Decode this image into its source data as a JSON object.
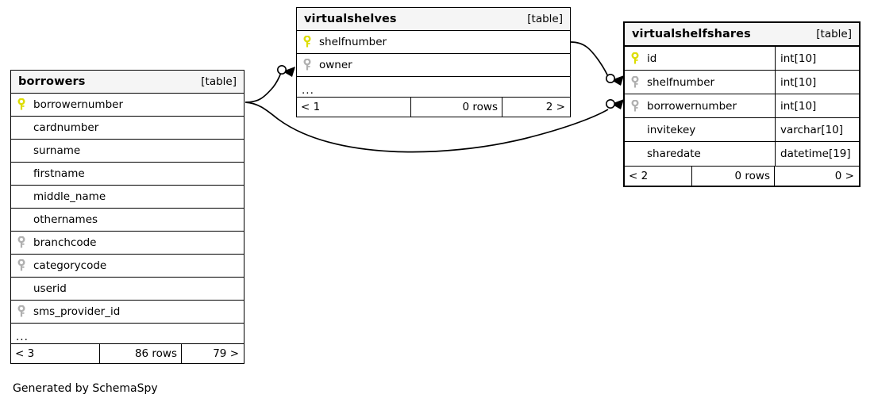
{
  "diagram": {
    "type": "entity-relationship-diagram",
    "generator_credit": "Generated by SchemaSpy",
    "background": "#ffffff",
    "pk_key_color": "#dddd00",
    "fk_key_color": "#b0b0b0",
    "header_background": "#f5f5f5",
    "border_color": "#000000"
  },
  "tables": {
    "borrowers": {
      "name": "borrowers",
      "kind": "[table]",
      "columns": [
        {
          "name": "borrowernumber",
          "key": "primary",
          "type": ""
        },
        {
          "name": "cardnumber",
          "key": "none",
          "type": ""
        },
        {
          "name": "surname",
          "key": "none",
          "type": ""
        },
        {
          "name": "firstname",
          "key": "none",
          "type": ""
        },
        {
          "name": "middle_name",
          "key": "none",
          "type": ""
        },
        {
          "name": "othernames",
          "key": "none",
          "type": ""
        },
        {
          "name": "branchcode",
          "key": "foreign",
          "type": ""
        },
        {
          "name": "categorycode",
          "key": "foreign",
          "type": ""
        },
        {
          "name": "userid",
          "key": "none",
          "type": ""
        },
        {
          "name": "sms_provider_id",
          "key": "foreign",
          "type": ""
        }
      ],
      "more_indicator": "...",
      "footer": {
        "left": "< 3",
        "middle": "86 rows",
        "right": "79 >"
      }
    },
    "virtualshelves": {
      "name": "virtualshelves",
      "kind": "[table]",
      "columns": [
        {
          "name": "shelfnumber",
          "key": "primary",
          "type": ""
        },
        {
          "name": "owner",
          "key": "foreign",
          "type": ""
        }
      ],
      "more_indicator": "...",
      "footer": {
        "left": "< 1",
        "middle": "0 rows",
        "right": "2 >"
      }
    },
    "virtualshelfshares": {
      "name": "virtualshelfshares",
      "kind": "[table]",
      "columns": [
        {
          "name": "id",
          "key": "primary",
          "type": "int[10]"
        },
        {
          "name": "shelfnumber",
          "key": "foreign",
          "type": "int[10]"
        },
        {
          "name": "borrowernumber",
          "key": "foreign",
          "type": "int[10]"
        },
        {
          "name": "invitekey",
          "key": "none",
          "type": "varchar[10]"
        },
        {
          "name": "sharedate",
          "key": "none",
          "type": "datetime[19]"
        }
      ],
      "more_indicator": "",
      "footer": {
        "left": "< 2",
        "middle": "0 rows",
        "right": "0 >"
      }
    }
  },
  "relationships": [
    {
      "name": "borrowers-to-virtualshelves-owner",
      "from_table": "borrowers",
      "from_column": "borrowernumber",
      "to_table": "virtualshelves",
      "to_column": "owner"
    },
    {
      "name": "borrowers-to-virtualshelfshares-borrowernumber",
      "from_table": "borrowers",
      "from_column": "borrowernumber",
      "to_table": "virtualshelfshares",
      "to_column": "borrowernumber"
    },
    {
      "name": "virtualshelves-to-virtualshelfshares-shelfnumber",
      "from_table": "virtualshelves",
      "from_column": "shelfnumber",
      "to_table": "virtualshelfshares",
      "to_column": "shelfnumber"
    }
  ]
}
